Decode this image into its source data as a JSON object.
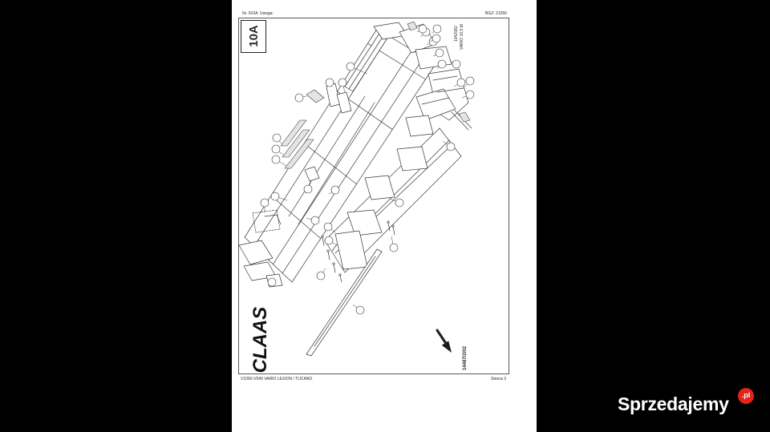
{
  "page": {
    "number": "Nr. 010A",
    "note_label": "Uwaga:",
    "bgz": "BGZ: 21050",
    "section_label": "10A",
    "drawing_code": "104Z082",
    "drawing_variant": "VARIO 10,5 M",
    "drawing_number": "14487/2/02",
    "footer_left": "V1050-V540 VARIO LEXION / TUCANO",
    "footer_right": "Strona 3"
  },
  "logo": {
    "text": "CLAAS"
  },
  "watermark": {
    "brand": "Sprzedajemy",
    "tld": ".pl"
  },
  "colors": {
    "background": "#000000",
    "page": "#ffffff",
    "ink": "#333333",
    "watermark_badge": "#e2231a"
  },
  "icons": {
    "arrow": "direction-arrow-icon"
  }
}
